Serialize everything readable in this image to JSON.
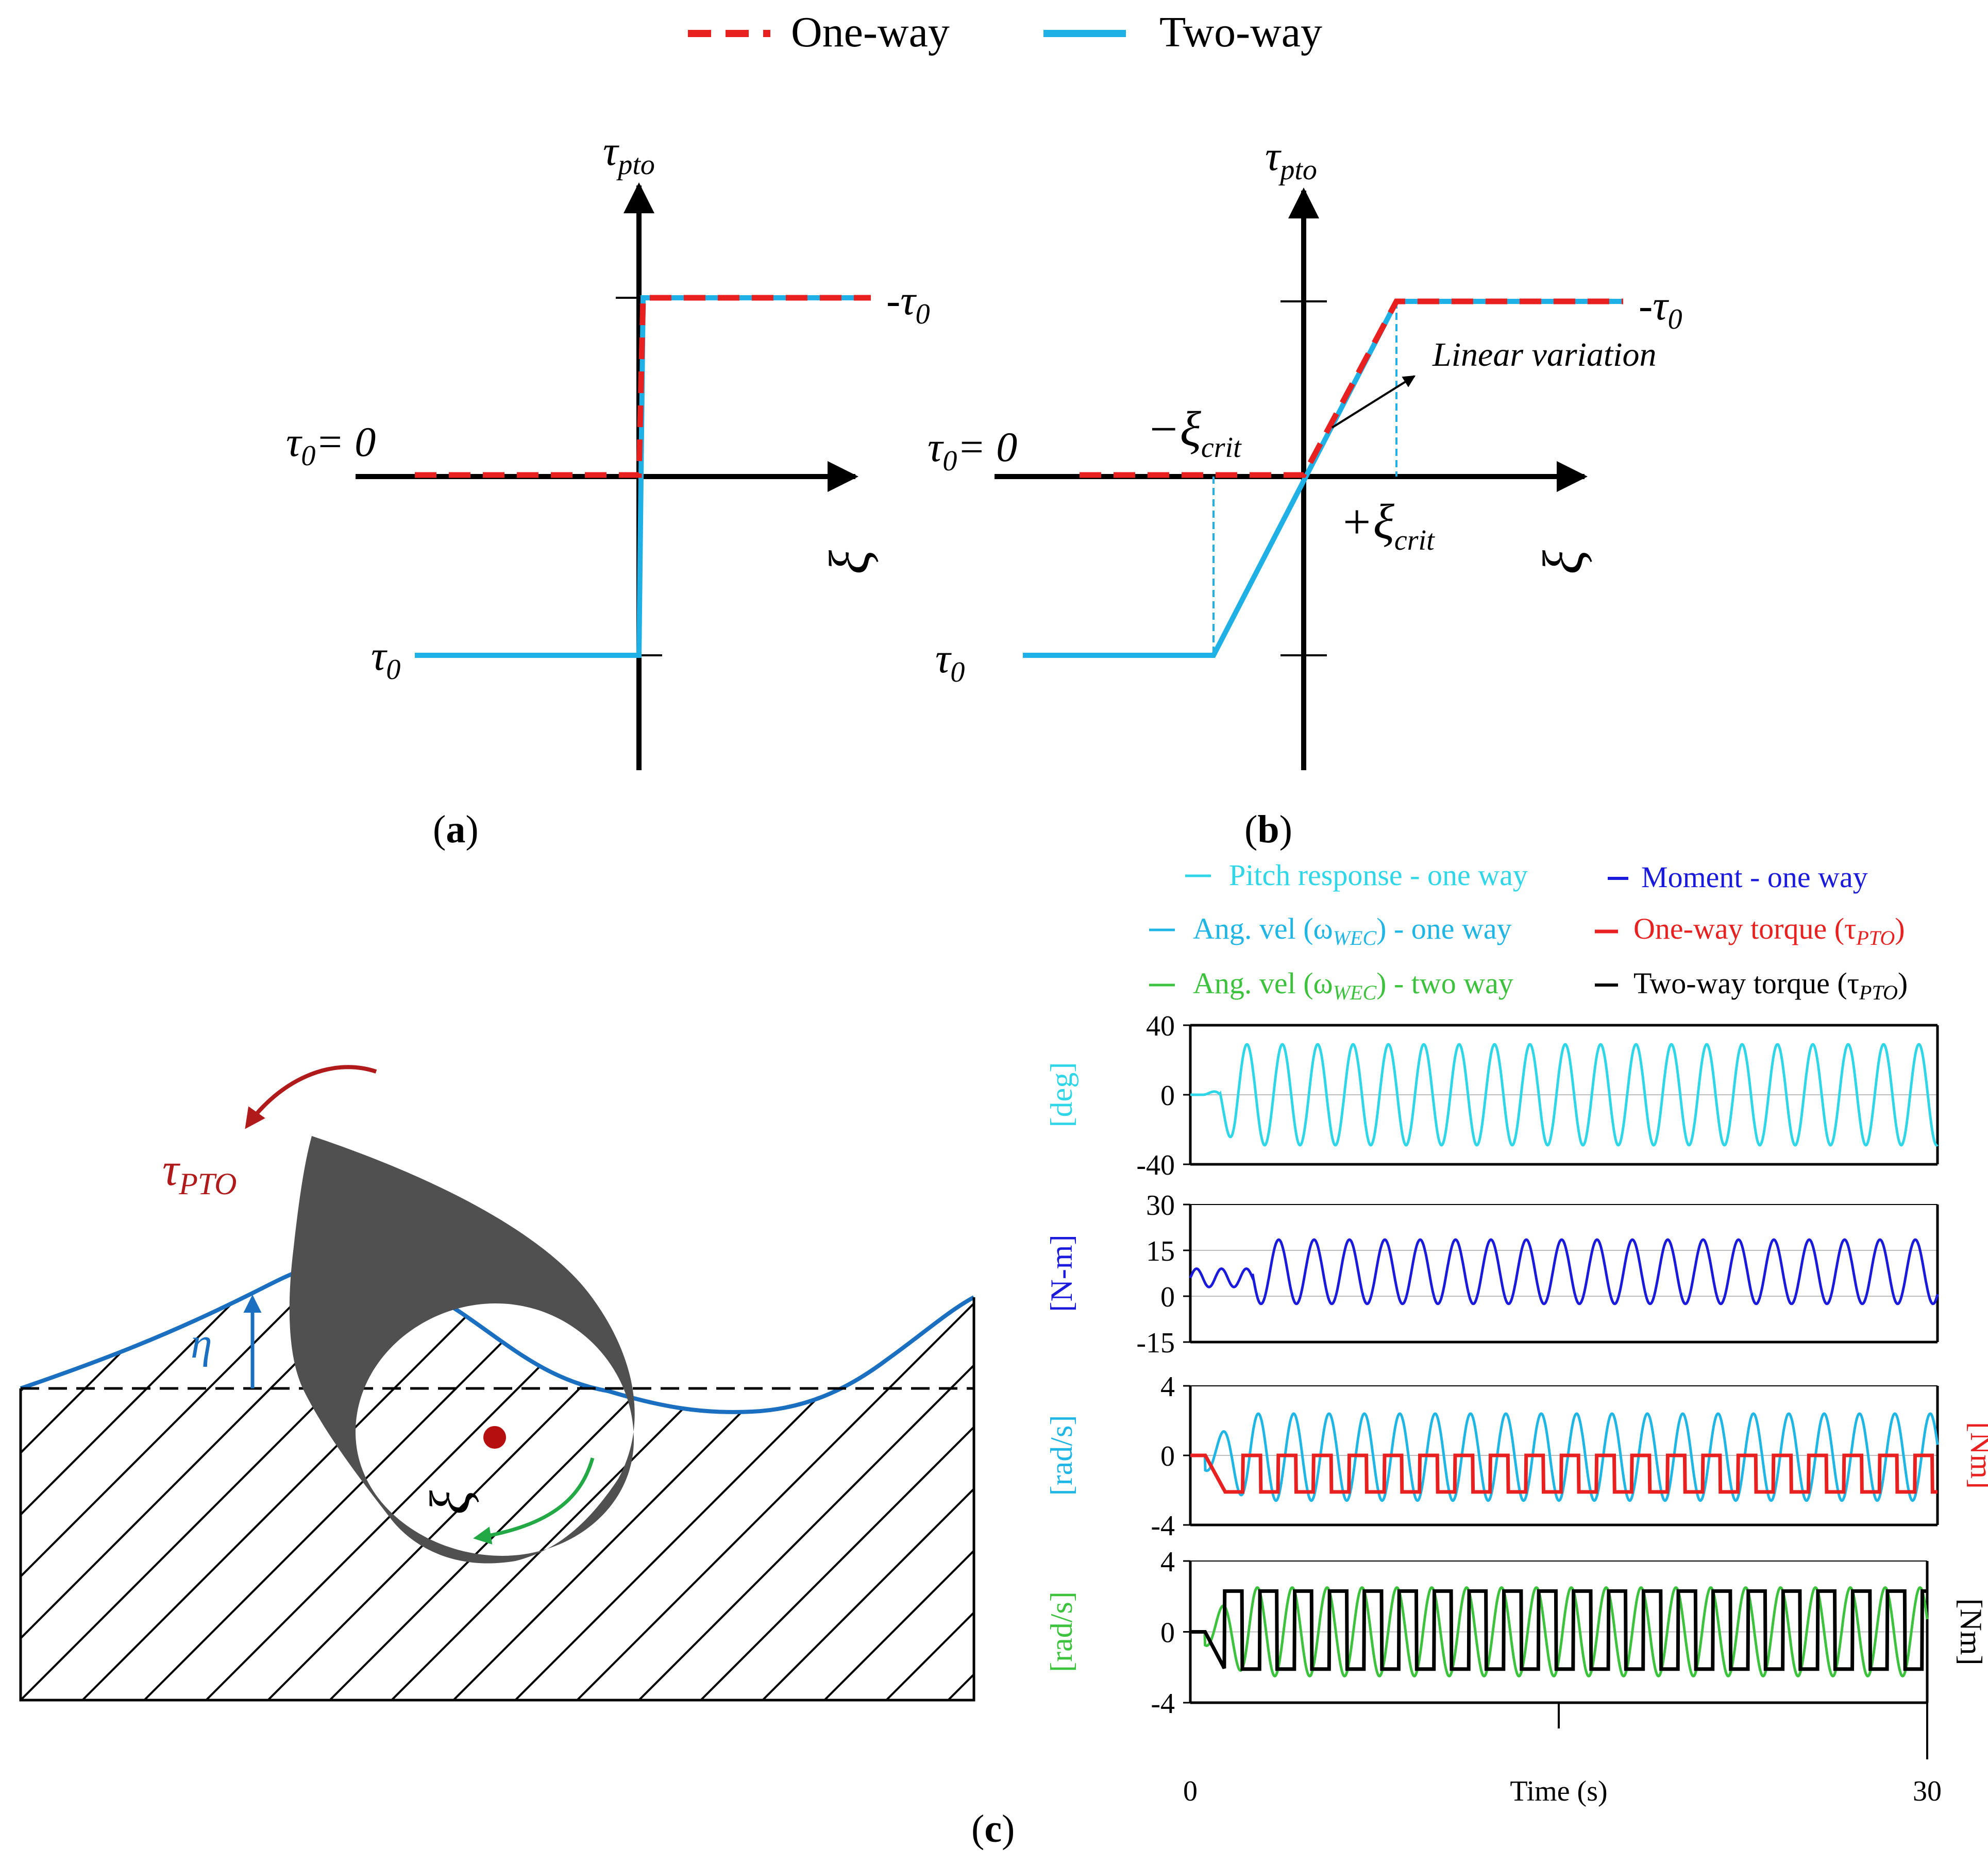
{
  "legend_top": {
    "one_way": "One-way",
    "two_way": "Two-way"
  },
  "colors": {
    "one_way": "#e8201f",
    "two_way": "#1fb0e6",
    "axis": "#000000",
    "pitch": "#2fd6e8",
    "moment": "#1a1adc",
    "angvel_one": "#1fb6e6",
    "torque_one": "#e8201f",
    "angvel_two": "#3cc23c",
    "torque_two": "#000000",
    "wave": "#1a6fc0",
    "body": "#505050",
    "tau_arrow": "#b01a1a",
    "spin_arrow": "#22a845",
    "cg": "#b50f0f"
  },
  "panel_a": {
    "caption": "a",
    "y_axis": "τ",
    "y_axis_sub": "pto",
    "x_axis": "ξ",
    "upper_level": "-τ",
    "upper_level_sub": "0",
    "zero_label": "τ",
    "zero_label_sub": "0",
    "zero_label_rest": "= 0",
    "lower_level": "τ",
    "lower_level_sub": "0"
  },
  "panel_b": {
    "caption": "b",
    "y_axis": "τ",
    "y_axis_sub": "pto",
    "x_axis": "ξ",
    "upper_level": "-τ",
    "upper_level_sub": "0",
    "zero_label": "τ",
    "zero_label_sub": "0",
    "zero_label_rest": "= 0",
    "lower_level": "τ",
    "lower_level_sub": "0",
    "neg_crit": "−ξ",
    "pos_crit": "+ξ",
    "crit_sub": "crit",
    "annotation": "Linear variation"
  },
  "panel_c": {
    "caption": "c",
    "tau_label": "τ",
    "tau_sub": "PTO",
    "eta_label": "η",
    "xi_label": "ξ"
  },
  "legend_c": {
    "pitch": "Pitch response - one way",
    "moment": "Moment - one way",
    "angvel_one": "Ang. vel (ω",
    "angvel_one_rest": ") - one way",
    "torque_one": "One-way torque (τ",
    "angvel_two": "Ang. vel (ω",
    "angvel_two_rest": ") - two way",
    "torque_two": "Two-way torque (τ",
    "wec_sub": "WEC",
    "pto_sub": "PTO",
    "close_paren": ")"
  },
  "chart_data": [
    {
      "type": "line",
      "id": "panel-a",
      "title": "(a)",
      "xlabel": "ξ̇",
      "ylabel": "τpto",
      "series": [
        {
          "name": "One-way",
          "x": [
            -1,
            0,
            0,
            1
          ],
          "y": [
            0,
            0,
            1,
            1
          ]
        },
        {
          "name": "Two-way",
          "x": [
            -1,
            0,
            0,
            1
          ],
          "y": [
            -1,
            -1,
            1,
            1
          ]
        }
      ]
    },
    {
      "type": "line",
      "id": "panel-b",
      "title": "(b)",
      "xlabel": "ξ̇",
      "ylabel": "τpto",
      "series": [
        {
          "name": "One-way",
          "x": [
            -1,
            0,
            0.5,
            1
          ],
          "y": [
            0,
            0,
            1,
            1
          ]
        },
        {
          "name": "Two-way",
          "x": [
            -1,
            -0.5,
            0.5,
            1
          ],
          "y": [
            -1,
            -1,
            1,
            1
          ]
        }
      ],
      "annotations": [
        "Linear variation",
        "−ξ̇crit",
        "+ξ̇crit"
      ]
    },
    {
      "type": "line",
      "id": "pitch",
      "series": [
        {
          "name": "Pitch response - one way",
          "period": 1.42,
          "amplitude": 29,
          "start": 0.5,
          "ramp_end": 1.8
        }
      ],
      "xlim": [
        0,
        30
      ],
      "ylim": [
        -40,
        40
      ],
      "yticks": [
        40,
        0,
        -40
      ],
      "ylabel": "[deg]"
    },
    {
      "type": "line",
      "id": "moment",
      "series": [
        {
          "name": "Moment - one way",
          "period": 1.42,
          "min": -2.5,
          "max": 18.5,
          "start": 0
        }
      ],
      "xlim": [
        0,
        30
      ],
      "ylim": [
        -15,
        30
      ],
      "yticks": [
        30,
        15,
        0,
        -15
      ],
      "ylabel": "[N-m]"
    },
    {
      "type": "line",
      "id": "angvel-one",
      "series": [
        {
          "name": "Ang. vel (ωWEC) - one way",
          "period": 1.42,
          "min": -2.6,
          "max": 2.4,
          "start": 0.6
        },
        {
          "name": "One-way torque (τPTO)",
          "period": 1.42,
          "low": -2.1,
          "high": 0,
          "start": 0.6
        }
      ],
      "xlim": [
        0,
        30
      ],
      "ylim": [
        -4,
        4
      ],
      "yticks": [
        4,
        0,
        -4
      ],
      "ylabel": "[rad/s]",
      "y2label": "[Nm]"
    },
    {
      "type": "line",
      "id": "angvel-two",
      "series": [
        {
          "name": "Ang. vel (ωWEC) - two way",
          "period": 1.42,
          "min": -2.5,
          "max": 2.5,
          "start": 0.6
        },
        {
          "name": "Two-way torque (τPTO)",
          "period": 1.42,
          "low": -2.1,
          "high": 2.3,
          "start": 0.6
        }
      ],
      "xlim": [
        0,
        30
      ],
      "ylim": [
        -4,
        4
      ],
      "yticks": [
        4,
        0,
        -4
      ],
      "ylabel": "[rad/s]",
      "y2label": "[Nm]",
      "xticks": [
        0,
        30
      ],
      "xlabel": "Time (s)"
    }
  ]
}
